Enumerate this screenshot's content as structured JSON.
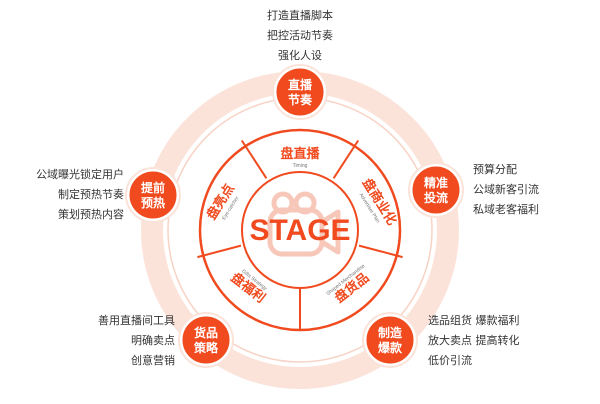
{
  "center_title": "STAGE",
  "ring_segments": [
    {
      "id": "top",
      "title": "盘直播",
      "subtitle": "Timing"
    },
    {
      "id": "right",
      "title": "盘商业化",
      "subtitle": "Advertiser Plan"
    },
    {
      "id": "bottom-right",
      "title": "盘货品",
      "subtitle": "Shaped Merchandise"
    },
    {
      "id": "bottom-left",
      "title": "盘福利",
      "subtitle": "Gifts Strategy"
    },
    {
      "id": "left",
      "title": "盘亮点",
      "subtitle": "Eye-catcher"
    }
  ],
  "badges": [
    {
      "id": "top",
      "line1": "直播",
      "line2": "节奏"
    },
    {
      "id": "left",
      "line1": "提前",
      "line2": "预热"
    },
    {
      "id": "right",
      "line1": "精准",
      "line2": "投流"
    },
    {
      "id": "bottom-left",
      "line1": "货品",
      "line2": "策略"
    },
    {
      "id": "bottom-right",
      "line1": "制造",
      "line2": "爆款"
    }
  ],
  "notes": {
    "top": [
      "打造直播脚本",
      "把控活动节奏",
      "强化人设"
    ],
    "left": [
      "公域曝光锁定用户",
      "制定预热节奏",
      "策划预热内容"
    ],
    "right": [
      "预算分配",
      "公域新客引流",
      "私域老客福利"
    ],
    "bottom_left": [
      "善用直播间工具",
      "明确卖点",
      "创意营销"
    ],
    "bottom_right": [
      "选品组货  爆款福利",
      "放大卖点  提高转化",
      "低价引流"
    ]
  },
  "colors": {
    "accent": "#F04A1E",
    "accent_light": "#FBE3DA",
    "ring_fill": "#FFFFFF",
    "text": "#333333",
    "center_text": "#F04A1E",
    "logo": "#F7C8B9"
  },
  "icons": {
    "center_logo": "camera-logo-icon"
  }
}
